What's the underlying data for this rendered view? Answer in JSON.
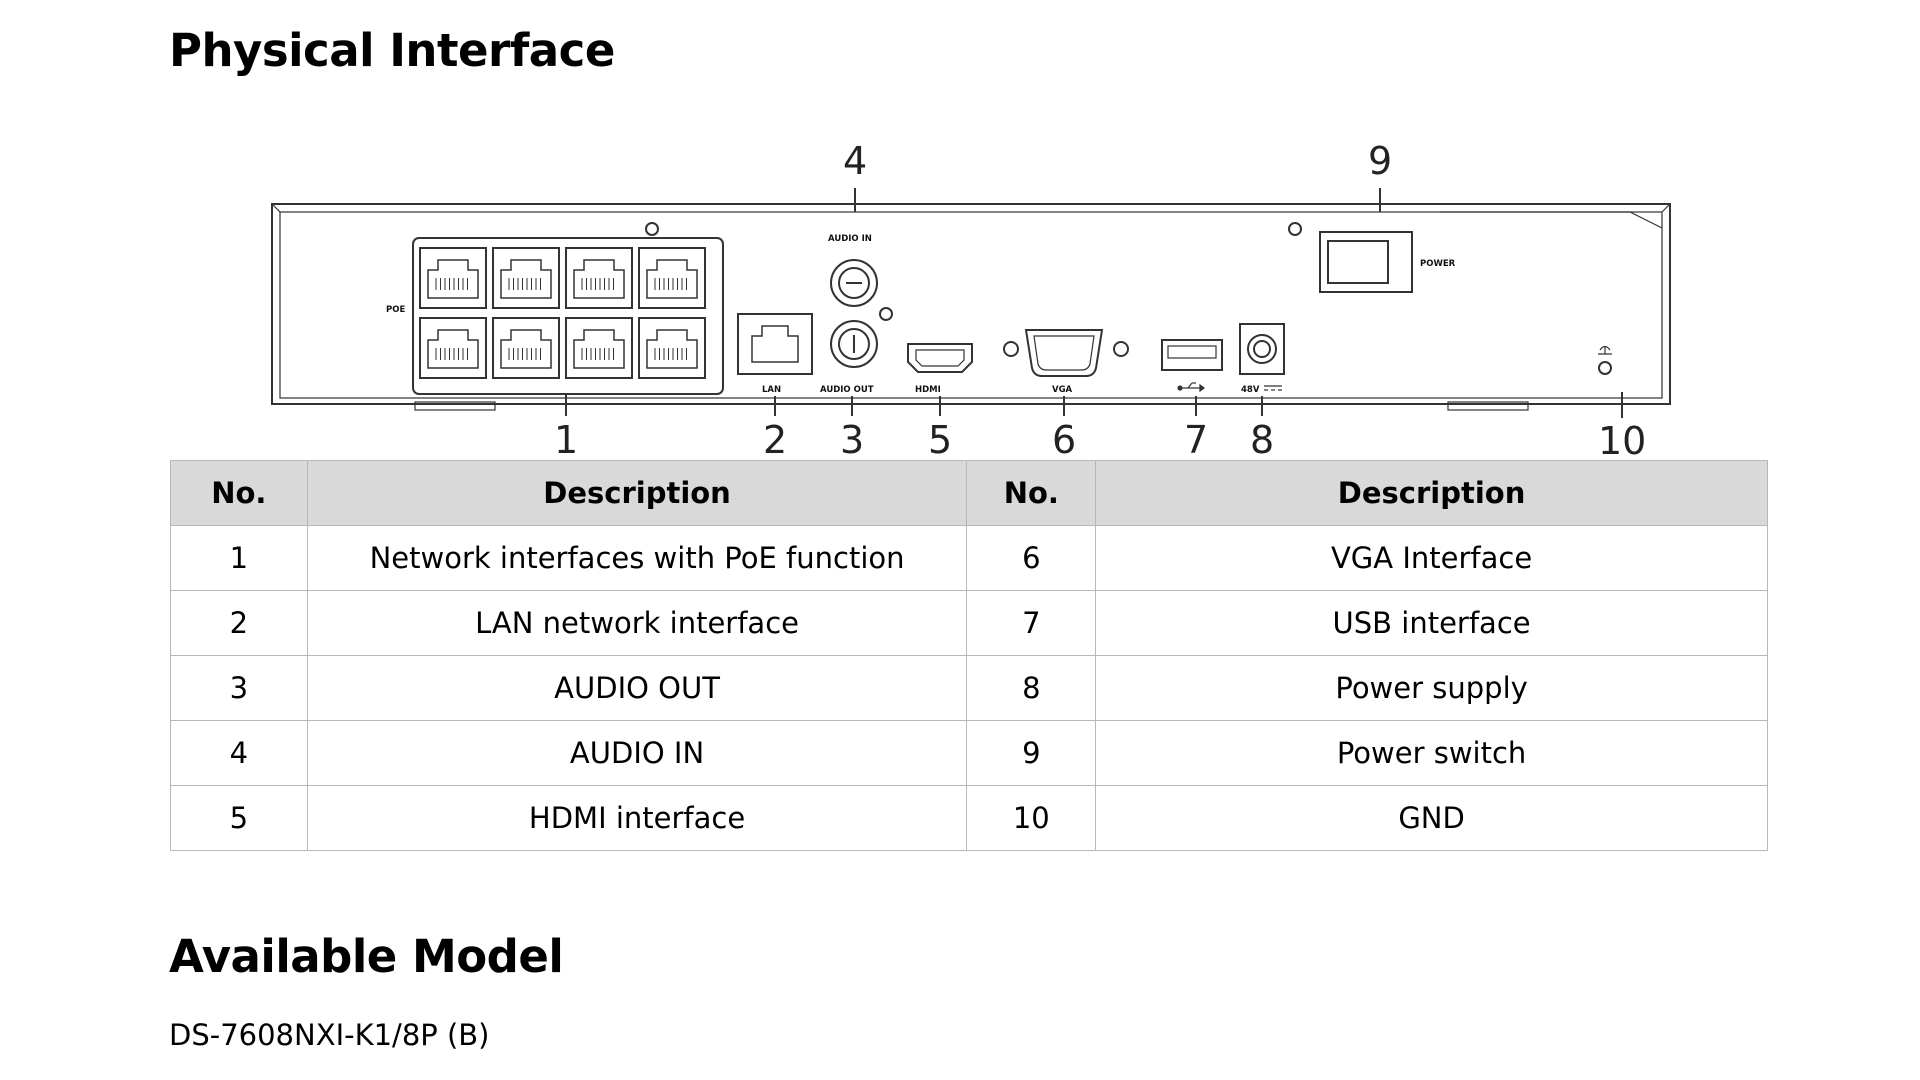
{
  "sections": {
    "physical_interface_title": "Physical Interface",
    "available_model_title": "Available Model"
  },
  "diagram": {
    "port_labels": {
      "poe": "POE",
      "audio_in": "AUDIO IN",
      "audio_out": "AUDIO OUT",
      "lan": "LAN",
      "hdmi": "HDMI",
      "vga": "VGA",
      "dc": "48V",
      "power": "POWER"
    },
    "callouts": [
      "1",
      "2",
      "3",
      "4",
      "5",
      "6",
      "7",
      "8",
      "9",
      "10"
    ]
  },
  "table": {
    "headers": [
      "No.",
      "Description",
      "No.",
      "Description"
    ],
    "rows": [
      {
        "no_a": "1",
        "desc_a": "Network interfaces with PoE function",
        "no_b": "6",
        "desc_b": "VGA Interface"
      },
      {
        "no_a": "2",
        "desc_a": "LAN network interface",
        "no_b": "7",
        "desc_b": "USB interface"
      },
      {
        "no_a": "3",
        "desc_a": "AUDIO OUT",
        "no_b": "8",
        "desc_b": "Power supply"
      },
      {
        "no_a": "4",
        "desc_a": "AUDIO IN",
        "no_b": "9",
        "desc_b": "Power switch"
      },
      {
        "no_a": "5",
        "desc_a": "HDMI interface",
        "no_b": "10",
        "desc_b": "GND"
      }
    ]
  },
  "model": "DS-7608NXI-K1/8P (B)"
}
